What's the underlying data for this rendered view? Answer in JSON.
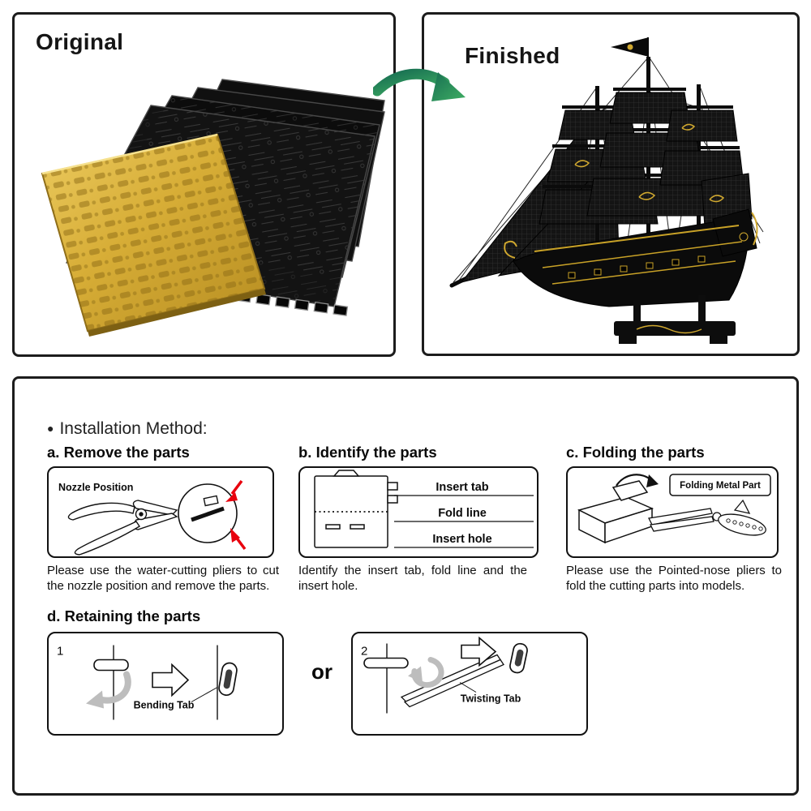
{
  "top": {
    "original_label": "Original",
    "finished_label": "Finished"
  },
  "instructions": {
    "bullet": "●",
    "heading": "Installation Method:",
    "step_a": {
      "title": "a. Remove the parts",
      "diagram_label": "Nozzle Position",
      "caption": "Please use the water-cutting pliers to cut the nozzle position and remove the parts."
    },
    "step_b": {
      "title": "b. Identify the parts",
      "label_insert_tab": "Insert tab",
      "label_fold_line": "Fold line",
      "label_insert_hole": "Insert hole",
      "caption": "Identify the insert tab, fold line and the insert hole."
    },
    "step_c": {
      "title": "c. Folding the parts",
      "diagram_label": "Folding Metal Part",
      "caption": "Please use the Pointed-nose pliers to fold the cutting parts into models."
    },
    "step_d": {
      "title": "d. Retaining the parts",
      "option1_number": "1",
      "option1_label": "Bending Tab",
      "separator": "or",
      "option2_number": "2",
      "option2_label": "Twisting Tab"
    }
  },
  "colors": {
    "gold": "#d0a82f",
    "arrow_green": "#2f9e63",
    "alert_red": "#e8000d",
    "line_black": "#111111",
    "gray_arrow": "#bdbdbd"
  }
}
